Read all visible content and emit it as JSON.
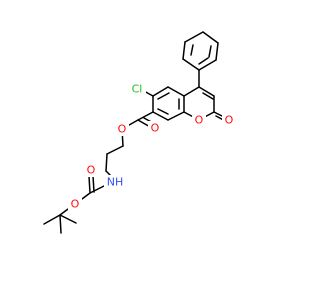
{
  "colors": {
    "bond": "#000000",
    "oxygen": "#ff0d0d",
    "nitrogen": "#3050f8",
    "chlorine": "#1fbf1f",
    "background": "#ffffff"
  },
  "labels": {
    "chlorine": "Cl",
    "ester_oxygen": "O",
    "ester_carbonyl_oxygen": "O",
    "ring_oxygen": "O",
    "lactone_carbonyl_oxygen": "O",
    "amide_nitrogen": "NH",
    "carbamate_carbonyl_oxygen": "O",
    "carbamate_ether_oxygen": "O"
  }
}
